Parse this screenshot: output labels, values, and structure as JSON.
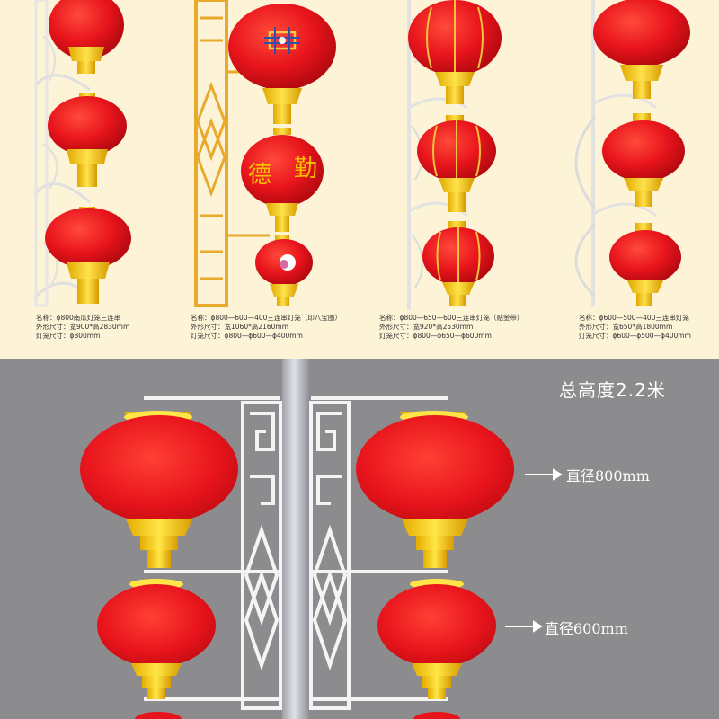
{
  "products": [
    {
      "name": "名称：ϕ800南瓜灯笼三连串",
      "size": "外形尺寸：宽900*高2830mm",
      "lantern": "灯笼尺寸：ϕ800mm"
    },
    {
      "name": "名称：ϕ800—600—400三连串灯笼（印八宝图）",
      "size": "外形尺寸：宽1060*高2160mm",
      "lantern": "灯笼尺寸：ϕ800—ϕ600—ϕ400mm"
    },
    {
      "name": "名称：ϕ800—650—600三连串灯笼（贴金带）",
      "size": "外形尺寸：宽920*高2530mm",
      "lantern": "灯笼尺寸：ϕ800—ϕ650—ϕ600mm"
    },
    {
      "name": "名称：ϕ600—500—400三连串灯笼",
      "size": "外形尺寸：宽650*高1800mm",
      "lantern": "灯笼尺寸：ϕ600—ϕ500—ϕ400mm"
    }
  ],
  "lantern_text": {
    "char_left": "德",
    "char_right": "勤"
  },
  "bottom": {
    "total_height": "总高度2.2米",
    "dim_upper": "直径800mm",
    "dim_lower": "直径600mm"
  },
  "colors": {
    "lantern_red": "#e8141c",
    "cap_yellow": "#f2cf1b",
    "gold_frame": "#e8a92c",
    "bracket_white": "#f4f4f4",
    "top_bg": "#fdf3d6",
    "bottom_bg": "#8c8c8e"
  }
}
